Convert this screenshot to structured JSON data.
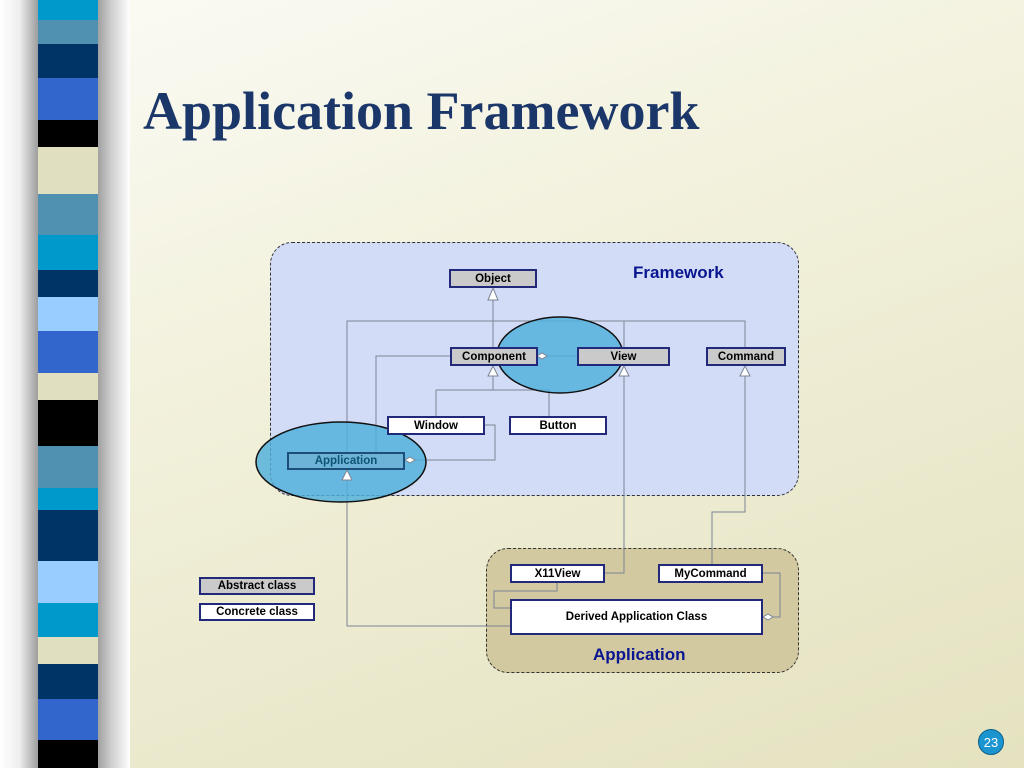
{
  "title": "Application Framework",
  "framework": {
    "label": "Framework",
    "classes": {
      "object": "Object",
      "component": "Component",
      "view": "View",
      "command": "Command",
      "window": "Window",
      "button": "Button",
      "application": "Application"
    }
  },
  "application_pkg": {
    "label": "Application",
    "classes": {
      "x11view": "X11View",
      "mycommand": "MyCommand",
      "derived": "Derived Application Class"
    }
  },
  "legend": {
    "abstract": "Abstract class",
    "concrete": "Concrete class"
  },
  "page_number": "23",
  "colors": {
    "title": "#1b3769",
    "package_label": "#0a1690",
    "framework_bg": "#d3dcf6",
    "application_bg": "#d2c9a0",
    "highlight": "#4fb0dc"
  },
  "strip_colors": [
    "#0099cc",
    "#5090b0",
    "#003366",
    "#3366cc",
    "#000000",
    "#e0e0c0",
    "#5090b0",
    "#0099cc",
    "#003366",
    "#99ccff",
    "#3366cc",
    "#e0e0c0",
    "#000000",
    "#5090b0",
    "#0099cc",
    "#003366",
    "#99ccff",
    "#0099cc",
    "#e0e0c0",
    "#003366",
    "#3366cc",
    "#000000"
  ]
}
